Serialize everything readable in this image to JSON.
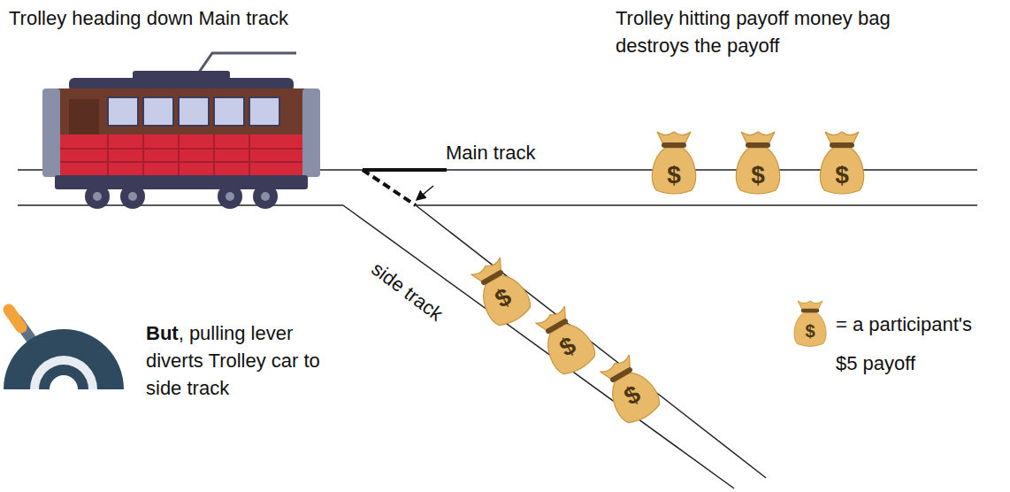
{
  "diagram": {
    "labels": [
      "Trolley heading down Main track",
      "Trolley hitting payoff money bag destroys the payoff",
      "Main track",
      "side track",
      "But",
      ", pulling lever diverts Trolley car to side track",
      "$",
      "$",
      "$",
      "$",
      "$",
      "$",
      "$"
    ],
    "legend": [
      {
        "text": "= a participant's $5 payoff"
      }
    ]
  }
}
